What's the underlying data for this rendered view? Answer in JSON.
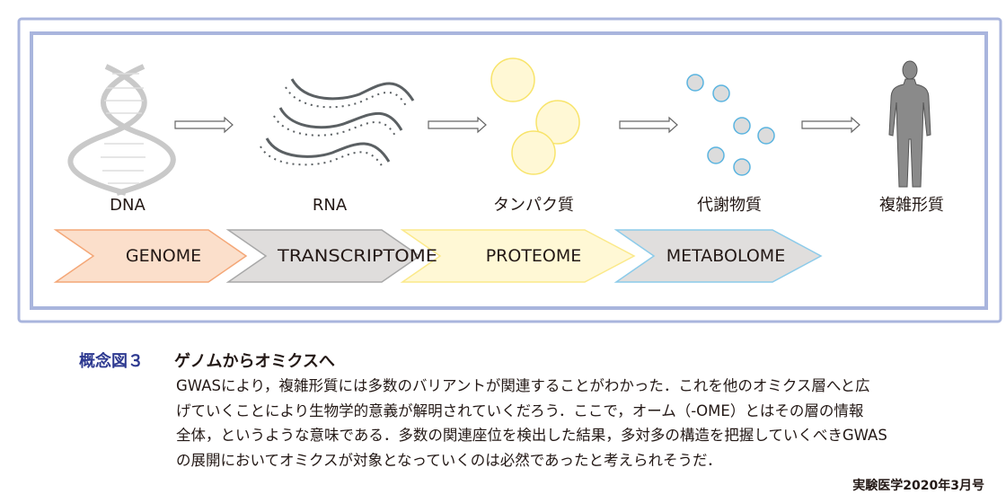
{
  "diagram": {
    "stages": [
      {
        "molecule": "DNA",
        "omics": "GENOME"
      },
      {
        "molecule": "RNA",
        "omics": "TRANSCRIPTOME"
      },
      {
        "molecule": "タンパク質",
        "omics": "PROTEOME"
      },
      {
        "molecule": "代謝物質",
        "omics": "METABOLOME"
      },
      {
        "molecule": "複雑形質"
      }
    ],
    "colors": {
      "frame": "#a9b5dd",
      "genome_fill": "#fbdfcb",
      "genome_stroke": "#f4a777",
      "transcriptome_fill": "#dfdddc",
      "transcriptome_stroke": "#a8a8a8",
      "proteome_fill": "#fff8d5",
      "proteome_stroke": "#fbe98a",
      "metabolome_fill": "#e0dedd",
      "metabolome_stroke": "#8ccbea"
    }
  },
  "caption": {
    "number": "概念図３",
    "title": "ゲノムからオミクスへ",
    "lines": [
      "GWASにより，複雑形質には多数のバリアントが関連することがわかった．これを他のオミクス層へと広",
      "げていくことにより生物学的意義が解明されていくだろう．ここで，オーム（-OME）とはその層の情報",
      "全体，というような意味である．多数の関連座位を検出した結果，多対多の構造を把握していくべきGWAS",
      "の展開においてオミクスが対象となっていくのは必然であったと考えられそうだ．"
    ],
    "source": "実験医学2020年3月号"
  }
}
